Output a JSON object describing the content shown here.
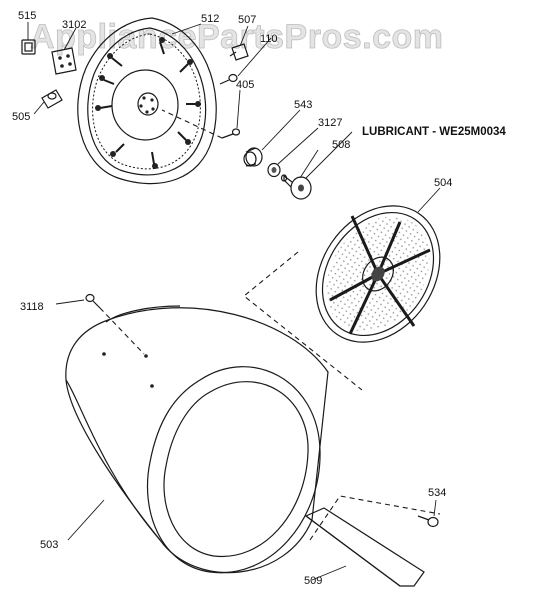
{
  "watermark": "AppliancePartsPros.com",
  "note": "LUBRICANT - WE25M0034",
  "parts": {
    "p515": "515",
    "p3102": "3102",
    "p512": "512",
    "p507": "507",
    "p110": "110",
    "p505": "505",
    "p405": "405",
    "p543": "543",
    "p3127": "3127",
    "p508": "508",
    "p504": "504",
    "p3118": "3118",
    "p503": "503",
    "p534": "534",
    "p509": "509"
  },
  "colors": {
    "line": "#1a1a1a",
    "watermark": "#bdbdbd",
    "background": "#ffffff"
  }
}
